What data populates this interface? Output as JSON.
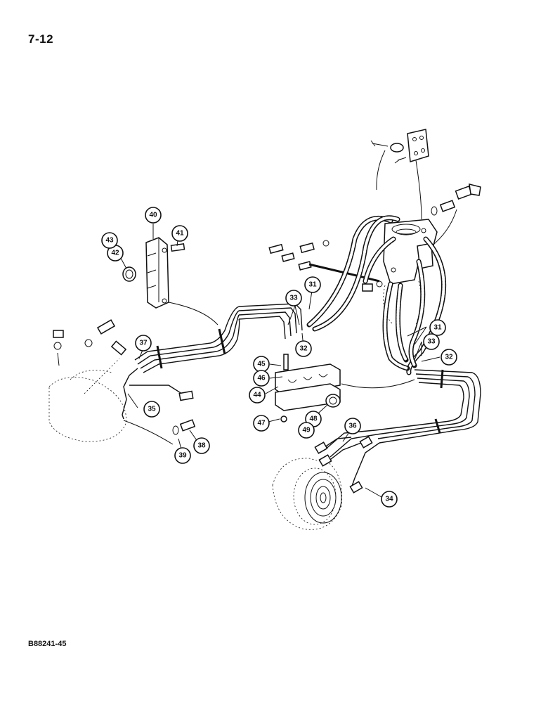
{
  "page": {
    "number": "7-12",
    "figure_code": "B88241-45"
  },
  "callouts": [
    {
      "id": "c31a",
      "label": "31"
    },
    {
      "id": "c31b",
      "label": "31"
    },
    {
      "id": "c32a",
      "label": "32"
    },
    {
      "id": "c32b",
      "label": "32"
    },
    {
      "id": "c33a",
      "label": "33"
    },
    {
      "id": "c33b",
      "label": "33"
    },
    {
      "id": "c34",
      "label": "34"
    },
    {
      "id": "c35",
      "label": "35"
    },
    {
      "id": "c36",
      "label": "36"
    },
    {
      "id": "c37",
      "label": "37"
    },
    {
      "id": "c38",
      "label": "38"
    },
    {
      "id": "c39",
      "label": "39"
    },
    {
      "id": "c40",
      "label": "40"
    },
    {
      "id": "c41",
      "label": "41"
    },
    {
      "id": "c42",
      "label": "42"
    },
    {
      "id": "c43",
      "label": "43"
    },
    {
      "id": "c44",
      "label": "44"
    },
    {
      "id": "c45",
      "label": "45"
    },
    {
      "id": "c46",
      "label": "46"
    },
    {
      "id": "c47",
      "label": "47"
    },
    {
      "id": "c48",
      "label": "48"
    },
    {
      "id": "c49",
      "label": "49"
    }
  ]
}
